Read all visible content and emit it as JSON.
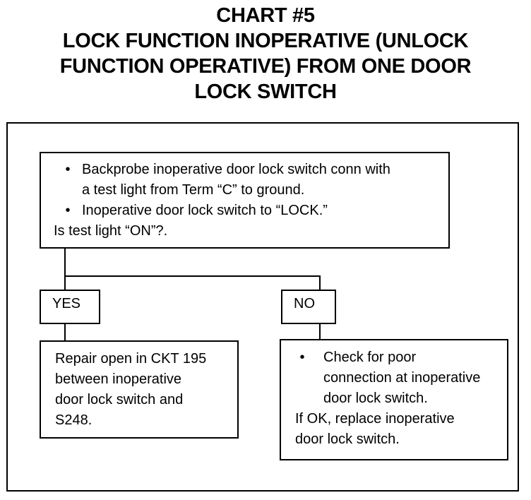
{
  "title": {
    "line1": "CHART #5",
    "line2": "LOCK FUNCTION INOPERATIVE (UNLOCK",
    "line3": "FUNCTION OPERATIVE) FROM ONE DOOR",
    "line4": "LOCK SWITCH"
  },
  "top_box": {
    "bullet1_a": "Backprobe inoperative door lock switch conn with",
    "bullet1_b": "a test light from Term “C” to ground.",
    "bullet2": "Inoperative door lock switch to “LOCK.”",
    "question": "Is test light “ON”?."
  },
  "yes_label": "YES",
  "no_label": "NO",
  "yes_box": {
    "line1": "Repair open in CKT 195",
    "line2": "between inoperative",
    "line3": "door lock switch and",
    "line4": "S248."
  },
  "no_box": {
    "bullet1_a": "Check for poor",
    "bullet1_b": "connection at inoperative",
    "bullet1_c": "door lock switch.",
    "line2": "If OK, replace inoperative",
    "line3": "door lock switch."
  },
  "bullet_glyph": "•"
}
